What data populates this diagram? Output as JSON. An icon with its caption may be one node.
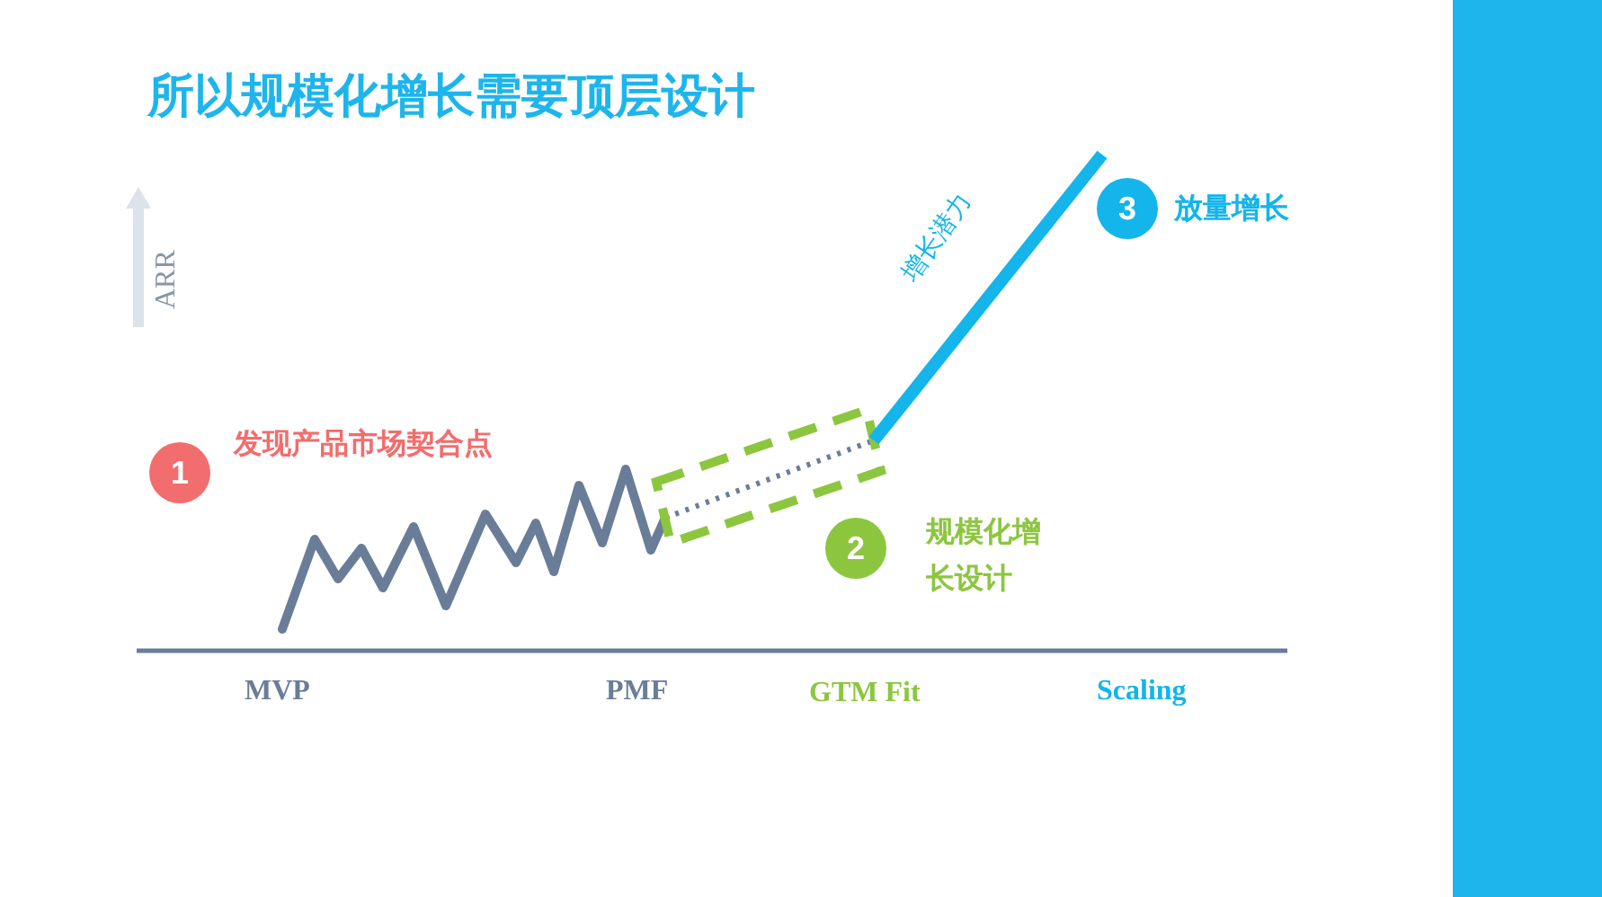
{
  "diagram": {
    "title": "所以规模化增长需要顶层设计",
    "nodes": [
      {
        "text": [
          "1"
        ],
        "beside": [
          "发现产品市场契合点"
        ]
      },
      {
        "text": [
          "2"
        ],
        "beside": [
          "规模化增长设计"
        ]
      },
      {
        "text": [
          "3"
        ],
        "beside": [
          "放量增长"
        ]
      }
    ],
    "labels": [
      "ARR",
      "增长潜力",
      "MVP",
      "PMF",
      "GTM Fit",
      "Scaling"
    ]
  }
}
